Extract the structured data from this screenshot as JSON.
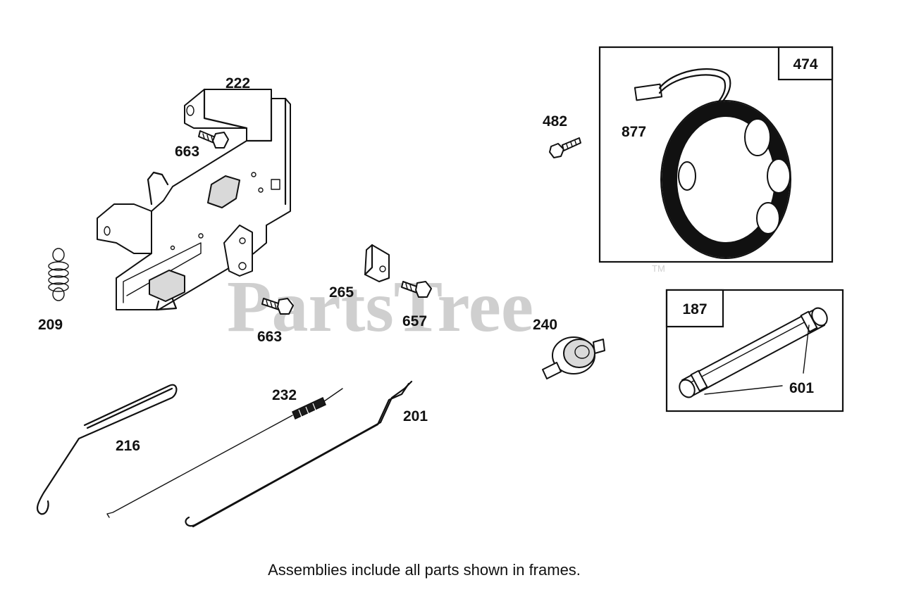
{
  "watermark": {
    "brand": "PartsTree",
    "tm": "TM"
  },
  "caption": "Assemblies include all parts shown in frames.",
  "frames": {
    "frame_474": {
      "box_label": "474"
    },
    "frame_187": {
      "box_label": "187"
    }
  },
  "callouts": {
    "p222": "222",
    "p663a": "663",
    "p663b": "663",
    "p209": "209",
    "p265": "265",
    "p657": "657",
    "p482": "482",
    "p877": "877",
    "p240": "240",
    "p601": "601",
    "p232": "232",
    "p201": "201",
    "p216": "216"
  }
}
